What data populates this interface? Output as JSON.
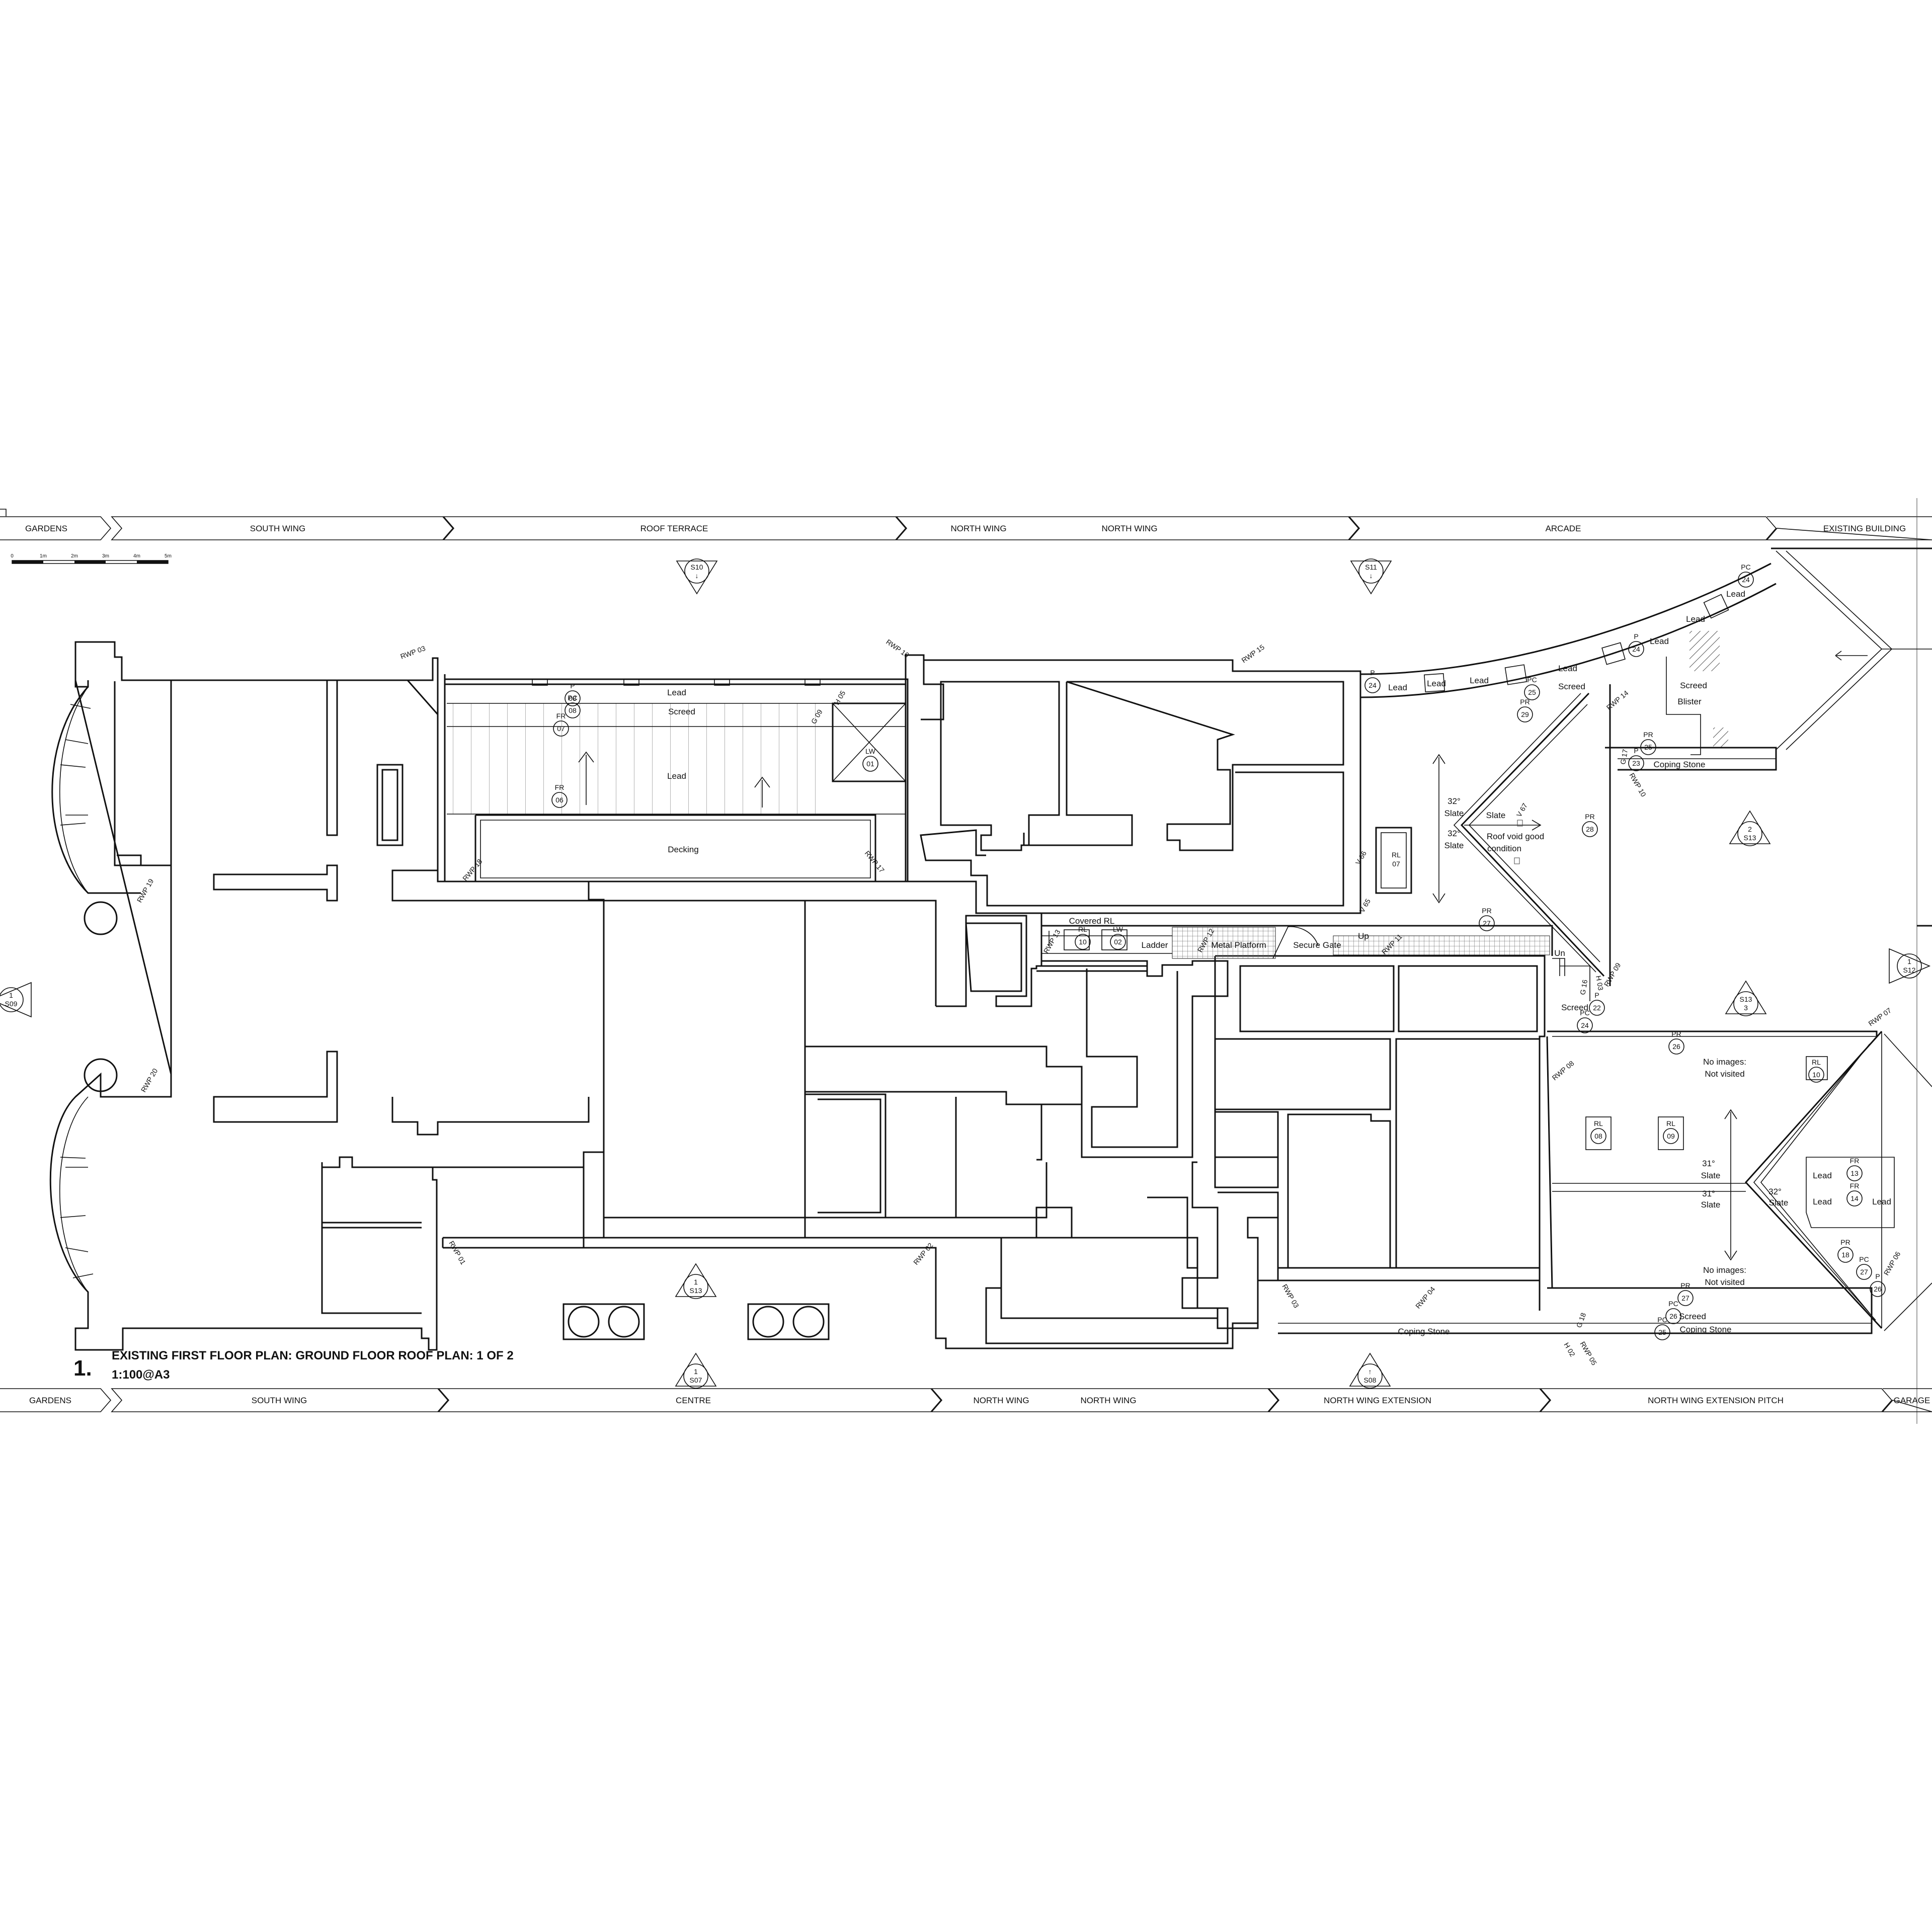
{
  "zone_band_top": [
    "GARDENS",
    "SOUTH WING",
    "ROOF TERRACE",
    "NORTH WING",
    "NORTH WING",
    "ARCADE",
    "EXISTING BUILDING"
  ],
  "zone_band_bottom": [
    "GARDENS",
    "SOUTH WING",
    "CENTRE",
    "NORTH WING",
    "NORTH WING",
    "NORTH WING EXTENSION",
    "NORTH WING EXTENSION PITCH",
    "GARAGE"
  ],
  "scale_bar": {
    "ticks": [
      "0",
      "1m",
      "2m",
      "3m",
      "4m",
      "5m"
    ]
  },
  "section_markers": {
    "s1": {
      "top": "S10",
      "bottom": "↓"
    },
    "s2": {
      "top": "S11",
      "bottom": "↓"
    },
    "s3": {
      "top": "1",
      "bottom": "S09"
    },
    "s4": {
      "top": "S13",
      "bottom": "3"
    },
    "s5": {
      "top": "2",
      "bottom": "S13"
    },
    "s6": {
      "top": "1",
      "bottom": "S13"
    },
    "s7": {
      "top": "1",
      "bottom": "S07"
    },
    "s8": {
      "top": "↑",
      "bottom": "S08"
    },
    "s9": {
      "top": "1",
      "bottom": "S12"
    }
  },
  "title_block": {
    "number": "1.",
    "title": "EXISTING FIRST FLOOR PLAN: GROUND FLOOR ROOF PLAN: 1 OF 2",
    "scale": "1:100@A3"
  },
  "annotations": {
    "lead1": "Lead",
    "screed1": "Screed",
    "lead2": "Lead",
    "decking": "Decking",
    "lead_a": "Lead",
    "lead_b": "Lead",
    "lead_c": "Lead",
    "lead_d": "Lead",
    "lead_e": "Lead",
    "lead_f": "Lead",
    "lead_g": "Lead",
    "screed_arc": "Screed",
    "screed_r": "Screed",
    "blister": "Blister",
    "coping1": "Coping Stone",
    "slate_angle1": "32°",
    "slate1": "Slate",
    "slate_angle2": "32°",
    "slate2": "Slate",
    "slate3": "Slate",
    "roof_void": "Roof void good",
    "condition": "condition",
    "covered_rl": "Covered RL",
    "ladder": "Ladder",
    "metal_platform": "Metal Platform",
    "secure_gate": "Secure Gate",
    "up": "Up",
    "un": "Un",
    "screed_mid": "Screed",
    "no_images1": "No images:",
    "not_visited1": "Not visited",
    "slate_angle3": "31°",
    "slate4": "Slate",
    "slate_angle4": "31°",
    "slate5": "Slate",
    "slate_angle5": "32°",
    "slate6": "Slate",
    "lead_h": "Lead",
    "lead_i": "Lead",
    "lead_j": "Lead",
    "no_images2": "No images:",
    "not_visited2": "Not visited",
    "screed_low": "Screed",
    "coping2": "Coping Stone",
    "coping3": "Coping Stone"
  },
  "drain_labels": {
    "rwp03a": "RWP 03",
    "rwp16": "RWP 16",
    "rwp15": "RWP 15",
    "rwp19": "RWP 19",
    "rwp20": "RWP 20",
    "rwp18": "RWP 18",
    "rwp17": "RWP 17",
    "rwp14": "RWP 14",
    "rwp10": "RWP 10",
    "rwp01": "RWP 01",
    "rwp02": "RWP 02",
    "rwp03b": "RWP 03",
    "rwp04": "RWP 04",
    "rwp05": "RWP 05",
    "rwp06": "RWP 06",
    "rwp07": "RWP 07",
    "rwp08": "RWP 08",
    "rwp09": "RWP 09",
    "rwp11": "RWP 11",
    "rwp12": "RWP 12",
    "rwp13": "RWP 13",
    "g09": "G 09",
    "h05": "H 05",
    "v65": "V 65",
    "v67": "V 67",
    "v66": "V 66",
    "g16": "G 16",
    "h03": "H 03",
    "g17": "G 17",
    "g18": "G 18",
    "h02": "H 02"
  },
  "tags": {
    "p08": {
      "code": "P",
      "num": "08"
    },
    "pc08": {
      "code": "PC",
      "num": "08"
    },
    "fr07": {
      "code": "FR",
      "num": "07"
    },
    "fr06": {
      "code": "FR",
      "num": "06"
    },
    "lw01": {
      "code": "LW",
      "num": "01"
    },
    "rl07": {
      "code": "RL",
      "num": "07"
    },
    "p24a": {
      "code": "P",
      "num": "24"
    },
    "pc25": {
      "code": "PC",
      "num": "25"
    },
    "pr29": {
      "code": "PR",
      "num": "29"
    },
    "p24b": {
      "code": "P",
      "num": "24"
    },
    "pc24": {
      "code": "PC",
      "num": "24"
    },
    "pr25": {
      "code": "PR",
      "num": "25"
    },
    "p23": {
      "code": "P",
      "num": "23"
    },
    "pr28": {
      "code": "PR",
      "num": "28"
    },
    "pr27a": {
      "code": "PR",
      "num": "27"
    },
    "rl10a": {
      "code": "RL",
      "num": "10"
    },
    "lw02": {
      "code": "LW",
      "num": "02"
    },
    "p22": {
      "code": "P",
      "num": "22"
    },
    "pc24b": {
      "code": "PC",
      "num": "24"
    },
    "pr26": {
      "code": "PR",
      "num": "26"
    },
    "rl10b": {
      "code": "RL",
      "num": "10"
    },
    "rl08": {
      "code": "RL",
      "num": "08"
    },
    "rl09": {
      "code": "RL",
      "num": "09"
    },
    "fr13": {
      "code": "FR",
      "num": "13"
    },
    "fr14": {
      "code": "FR",
      "num": "14"
    },
    "pr18": {
      "code": "PR",
      "num": "18"
    },
    "pc27": {
      "code": "PC",
      "num": "27"
    },
    "p26": {
      "code": "P",
      "num": "26"
    },
    "pr27b": {
      "code": "PR",
      "num": "27"
    },
    "pc26": {
      "code": "PC",
      "num": "26"
    },
    "pc25b": {
      "code": "PC",
      "num": "25"
    }
  }
}
